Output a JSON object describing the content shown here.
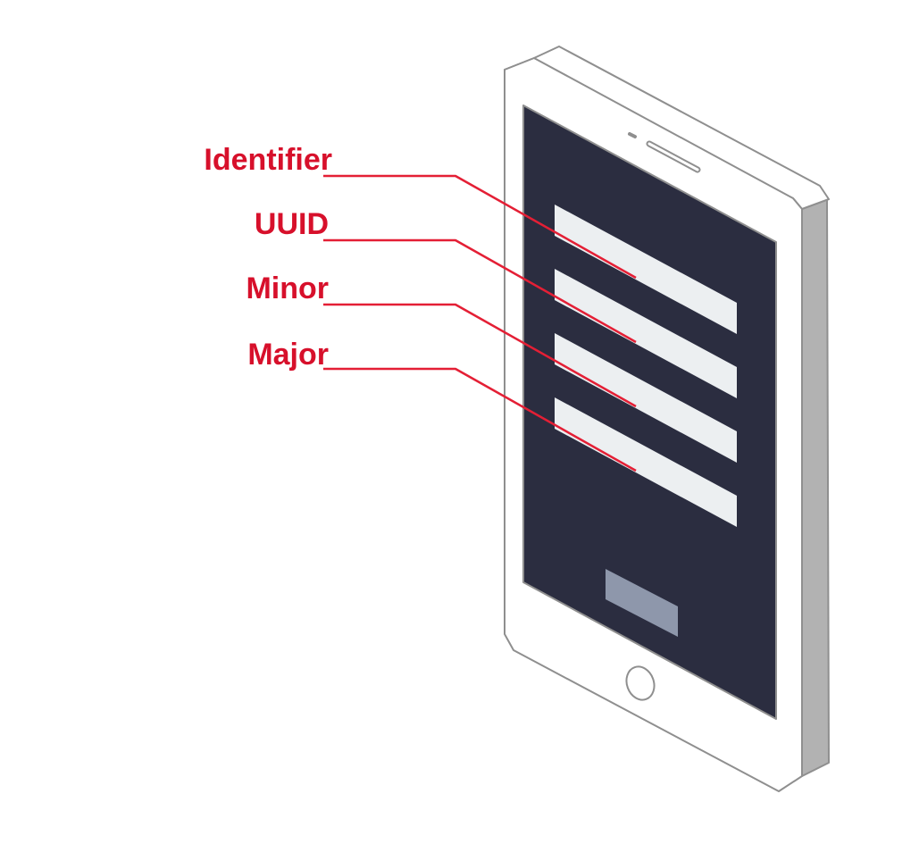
{
  "colors": {
    "label": "#d7102b",
    "leader": "#e41f35",
    "screen": "#2b2d40",
    "field": "#eceff1",
    "button": "#8e97ab",
    "bezel": "#ffffff",
    "outline": "#8f8f8f",
    "side_face": "#b2b2b2"
  },
  "callouts": [
    {
      "label": "Identifier",
      "icon": "text-field"
    },
    {
      "label": "UUID",
      "icon": "text-field"
    },
    {
      "label": "Minor",
      "icon": "text-field"
    },
    {
      "label": "Major",
      "icon": "text-field"
    }
  ],
  "device": {
    "icon": "smartphone-icon"
  }
}
